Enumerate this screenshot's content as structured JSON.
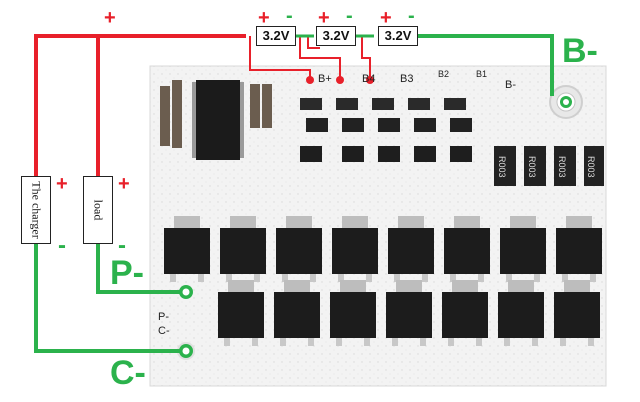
{
  "labels": {
    "b_minus": "B-",
    "p_minus": "P-",
    "c_minus": "C-"
  },
  "cells": [
    "3.2V",
    "3.2V",
    "3.2V"
  ],
  "boxes": {
    "charger": "The charger",
    "load": "load"
  },
  "symbols": {
    "plus": "+",
    "minus": "-"
  },
  "pcb": {
    "taps": [
      "B+",
      "B4",
      "B3",
      "B2",
      "B1",
      "B-"
    ],
    "side_p": "P-",
    "side_c": "C-",
    "resistor_codes": [
      "R003",
      "R003",
      "R003",
      "R003"
    ]
  },
  "colors": {
    "positive_wire": "#e8202a",
    "negative_wire": "#2bb24c",
    "board": "#f4f4f4",
    "mosfet": "#1c1c1c"
  }
}
